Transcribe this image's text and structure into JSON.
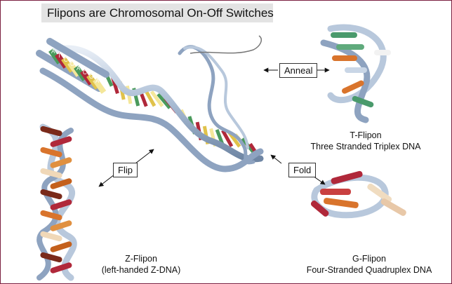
{
  "title": "Flipons are Chromosomal On-Off Switches",
  "labels": {
    "anneal": "Anneal",
    "flip": "Flip",
    "fold": "Fold"
  },
  "captions": {
    "t_flipon": {
      "name": "T-Flipon",
      "desc": "Three Stranded Triplex DNA"
    },
    "z_flipon": {
      "name": "Z-Flipon",
      "desc": "(left-handed Z-DNA)"
    },
    "g_flipon": {
      "name": "G-Flipon",
      "desc": "Four-Stranded Quadruplex DNA"
    }
  },
  "base_letters": [
    "A",
    "T",
    "C",
    "G",
    "A",
    "C",
    "G",
    "A"
  ],
  "colors": {
    "frame": "#7a2040",
    "backbone": "#a9bcd4",
    "adenine": "#4a9a5c",
    "thymine": "#b0283a",
    "cytosine": "#e0c24a",
    "guanine": "#f4e79a",
    "z_orange": "#d9742c",
    "g_red": "#b0283a",
    "t_green": "#4a9a6c"
  }
}
